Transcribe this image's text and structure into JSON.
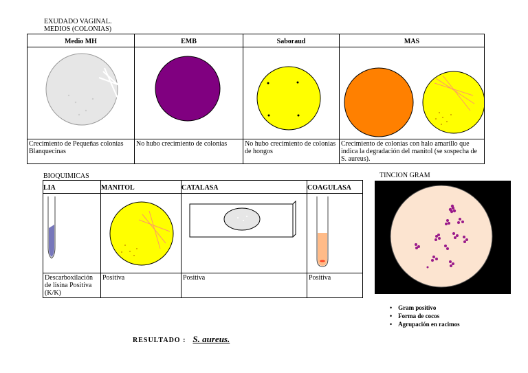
{
  "header": {
    "line1": "EXUDADO VAGINAL.",
    "line2": "MEDIOS (COLONIAS)"
  },
  "media": {
    "columns": [
      {
        "title": "Medio MH",
        "description": "Crecimiento de Pequeñas colonias Blanquecinas"
      },
      {
        "title": "EMB",
        "description": "No hubo crecimiento de colonias"
      },
      {
        "title": "Saboraud",
        "description": "No hubo crecimiento de colonias de hongos"
      },
      {
        "title": "MAS",
        "description": "Crecimiento de colonias con halo amarillo que indica la degradación del manitol (se sospecha de S. aureus)."
      }
    ]
  },
  "bioquimicas": {
    "title": "BIOQUIMICAS",
    "columns": [
      {
        "title": "LIA",
        "result": "Descarboxilación de lisina Positiva (K/K)"
      },
      {
        "title": "MANITOL",
        "result": "Positiva"
      },
      {
        "title": "CATALASA",
        "result": "Positiva"
      },
      {
        "title": "COAGULASA",
        "result": "Positiva"
      }
    ]
  },
  "gram": {
    "title": "TINCION GRAM",
    "bullets": [
      "Gram positivo",
      "Forma de cocos",
      "Agrupación en racimos"
    ]
  },
  "resultado": {
    "label": "RESULTADO :",
    "value": "S. aureus."
  },
  "colors": {
    "emb_plate": "#800080",
    "yellow_plate": "#ffff00",
    "mas_orange": "#ff8000",
    "mh_plate": "#e6e6e6",
    "gram_bg": "#fce4d0",
    "gram_cocci": "#9a1a8a",
    "lia_slant": "#7777bb",
    "coag_fluid": "#ffbb88"
  }
}
